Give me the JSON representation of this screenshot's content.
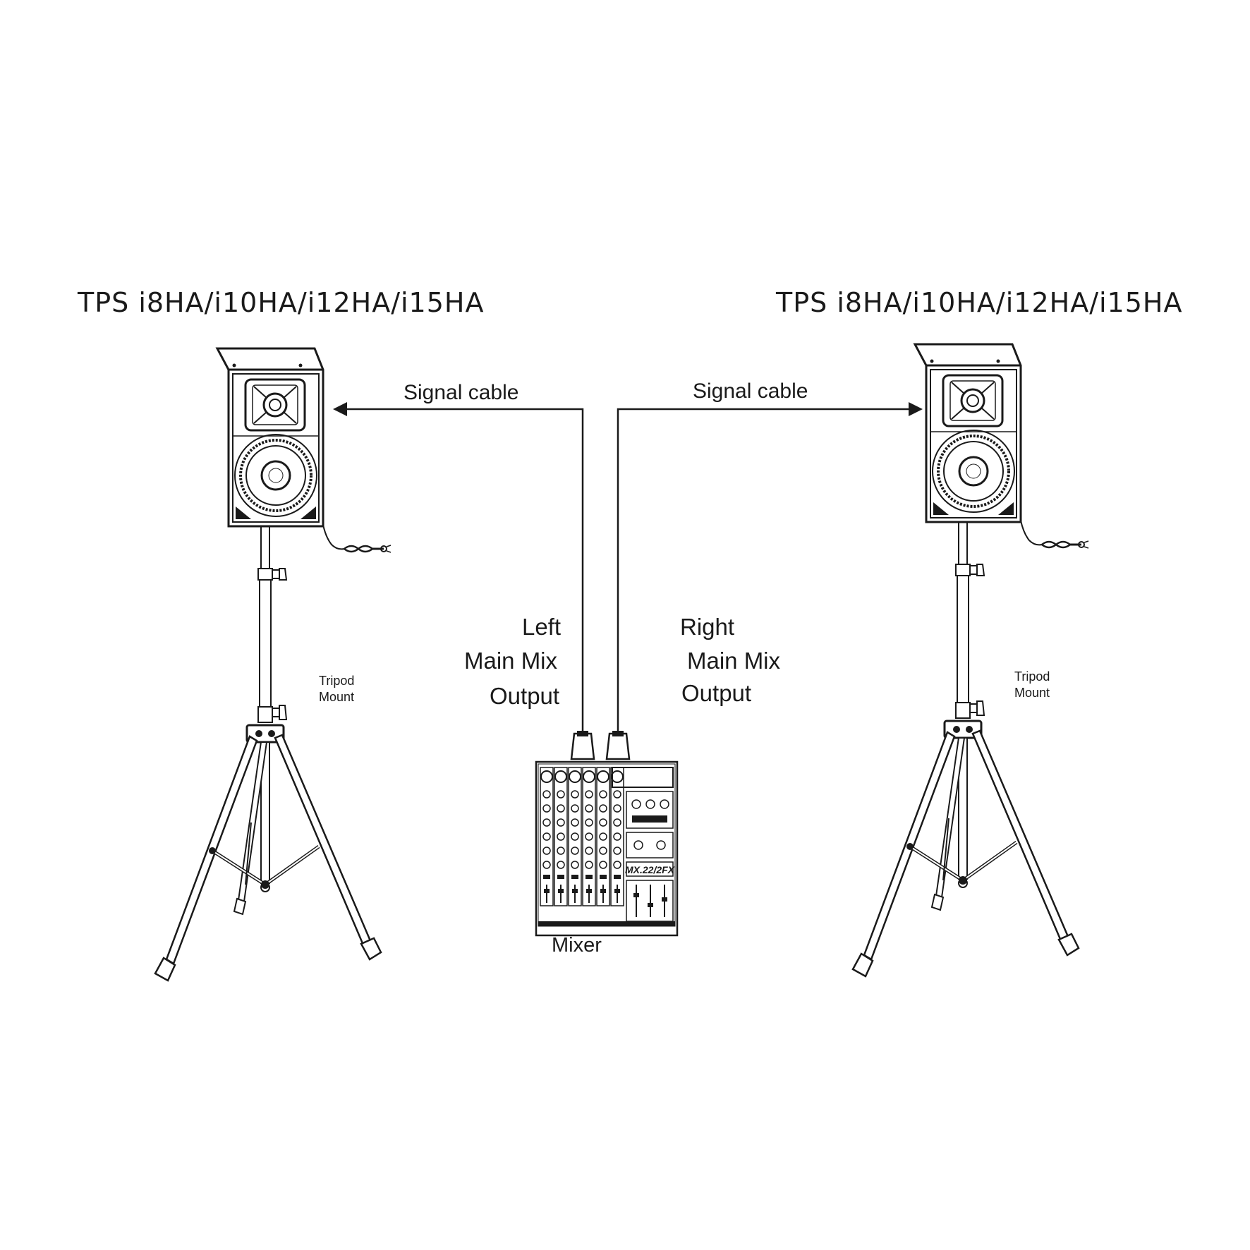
{
  "speaker_left": {
    "model": "TPS i8HA/i10HA/i12HA/i15HA",
    "mount_line1": "Tripod",
    "mount_line2": "Mount"
  },
  "speaker_right": {
    "model": "TPS i8HA/i10HA/i12HA/i15HA",
    "mount_line1": "Tripod",
    "mount_line2": "Mount"
  },
  "cable_left": {
    "label": "Signal cable",
    "out_line1": "Left",
    "out_line2": "Main Mix",
    "out_line3": "Output"
  },
  "cable_right": {
    "label": "Signal cable",
    "out_line1": "Right",
    "out_line2": "Main Mix",
    "out_line3": "Output"
  },
  "mixer": {
    "label": "Mixer",
    "panel_text": "MX.22/2FX"
  },
  "colors": {
    "line": "#1a1a1a",
    "background": "#ffffff"
  }
}
